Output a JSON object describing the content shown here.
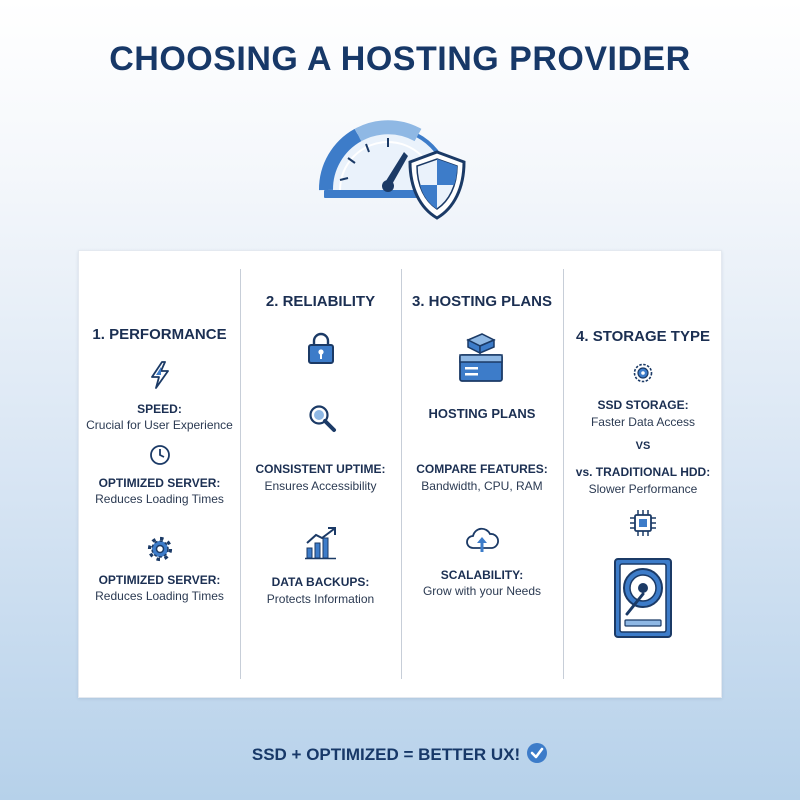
{
  "title": "CHOOSING A HOSTING PROVIDER",
  "hero_icons": [
    "speedometer-icon",
    "shield-icon"
  ],
  "columns": [
    {
      "heading": "1. PERFORMANCE",
      "items": [
        {
          "icon": "lightning-icon",
          "label": "SPEED:",
          "desc": "Crucial for User Experience"
        },
        {
          "icon": "clock-icon",
          "label": "OPTIMIZED SERVER:",
          "desc": "Reduces Loading Times"
        },
        {
          "icon": "gear-icon",
          "label": "OPTIMIZED SERVER:",
          "desc": "Reduces Loading Times"
        }
      ]
    },
    {
      "heading": "2. RELIABILITY",
      "items": [
        {
          "icon": "lock-icon"
        },
        {
          "icon": "magnifier-icon",
          "label": "CONSISTENT UPTIME:",
          "desc": "Ensures Accessibility"
        },
        {
          "icon": "growth-chart-icon",
          "label": "DATA BACKUPS:",
          "desc": "Protects Information"
        }
      ]
    },
    {
      "heading": "3. HOSTING PLANS",
      "items": [
        {
          "icon": "server-box-icon",
          "label": "HOSTING PLANS"
        },
        {
          "label": "COMPARE FEATURES:",
          "desc": "Bandwidth, CPU, RAM"
        },
        {
          "icon": "cloud-upload-icon",
          "label": "SCALABILITY:",
          "desc": "Grow with your Needs"
        }
      ]
    },
    {
      "heading": "4. STORAGE TYPE",
      "items": [
        {
          "icon": "ssd-disc-icon",
          "label": "SSD STORAGE:",
          "desc": "Faster Data Access"
        },
        {
          "label": "VS"
        },
        {
          "label": "vs. TRADITIONAL HDD:",
          "desc": "Slower Performance"
        },
        {
          "icon": "chip-icon"
        },
        {
          "icon": "hard-drive-icon"
        }
      ]
    }
  ],
  "footer": {
    "text": "SSD + OPTIMIZED = BETTER UX!",
    "icon": "check-badge-icon"
  },
  "colors": {
    "primary": "#173868",
    "accent": "#3d7cc9",
    "light_accent": "#8fb8e4",
    "panel": "#ffffff"
  }
}
